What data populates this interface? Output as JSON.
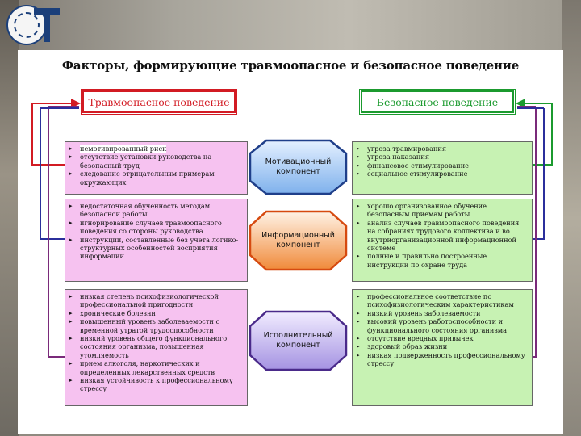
{
  "title": "Факторы, формирующие травмоопасное и безопасное поведение",
  "left_header": "Травмоопасное поведение",
  "right_header": "Безопасное поведение",
  "components": [
    "Мотивационный компонент",
    "Информационный компонент",
    "Исполнительный компонент"
  ],
  "component_lines": [
    [
      "Мотивационный",
      "компонент"
    ],
    [
      "Информационный",
      "компонент"
    ],
    [
      "Исполнительный",
      "компонент"
    ]
  ],
  "left_groups": [
    [
      "немотивированный риск",
      "отсутствие установки руководства на безопасный труд",
      "следование отрицательным примерам окружающих"
    ],
    [
      "недостаточная обученность методам безопасной работы",
      "игнорирование случаев травмоопасного поведения со стороны руководства",
      "инструкции, составленные без учета логико-структурных особенностей восприятия информации"
    ],
    [
      "низкая степень психофизиологической профессиональной пригодности",
      "хронические болезни",
      "повышенный уровень заболеваемости с временной утратой трудоспособности",
      "низкий уровень общего функционального состояния организма, повышенная утомляемость",
      "прием алкоголя, наркотических и определенных лекарственных средств",
      "низкая устойчивость к профессиональному стрессу"
    ]
  ],
  "right_groups": [
    [
      "угроза травмирования",
      "угроза наказания",
      "финансовое стимулирование",
      "социальное стимулирование"
    ],
    [
      "хорошо организованное обучение безопасным приемам работы",
      "анализ случаев травмоопасного поведения на собраниях трудового коллектива и во внутриорганизационной информационной системе",
      "полные и правильно построенные инструкции по охране труда"
    ],
    [
      "профессиональное соответствие по психофизиологическим характеристикам",
      "низкий уровень заболеваемости",
      "высокий уровень работоспособности и функционального состояния организма",
      "отсутствие вредных привычек",
      "здоровый образ жизни",
      "низкая подверженность профессиональному стрессу"
    ]
  ],
  "colors": {
    "red": "#d21b23",
    "green": "#1b9a2e",
    "blue": "#2b2f9c",
    "purple": "#7a2a7a",
    "pink": "#f6c2f0",
    "light_green": "#c7f2b3",
    "comp_blue": "#aecdf3",
    "comp_orange": "#f7a35c",
    "comp_purple": "#b8a6e8"
  }
}
